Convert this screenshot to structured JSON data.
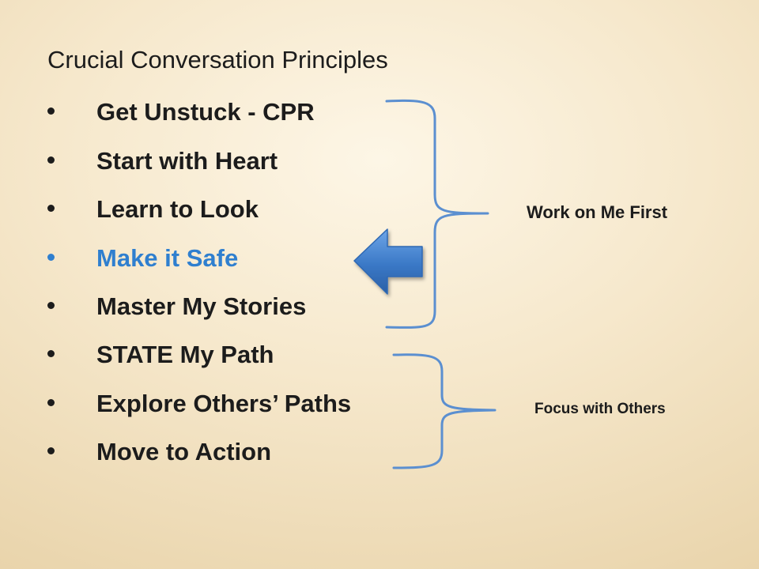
{
  "slide": {
    "title": "Crucial Conversation Principles",
    "bullets": [
      {
        "label": "Get Unstuck - CPR",
        "highlighted": false
      },
      {
        "label": "Start with Heart",
        "highlighted": false
      },
      {
        "label": "Learn to Look",
        "highlighted": false
      },
      {
        "label": "Make it Safe",
        "highlighted": true
      },
      {
        "label": "Master My Stories",
        "highlighted": false
      },
      {
        "label": "STATE My Path",
        "highlighted": false
      },
      {
        "label": "Explore Others’ Paths",
        "highlighted": false
      },
      {
        "label": "Move to Action",
        "highlighted": false
      }
    ],
    "groups": {
      "work_on_me": "Work on Me First",
      "focus_with_others": "Focus with Others"
    },
    "colors": {
      "text": "#1c1c1c",
      "highlight": "#2f7fcf",
      "brace": "#5b8fd0",
      "arrow": "#3a78c6"
    },
    "icons": {
      "pointer": "left-arrow-icon",
      "bracket": "curly-brace-icon"
    }
  }
}
